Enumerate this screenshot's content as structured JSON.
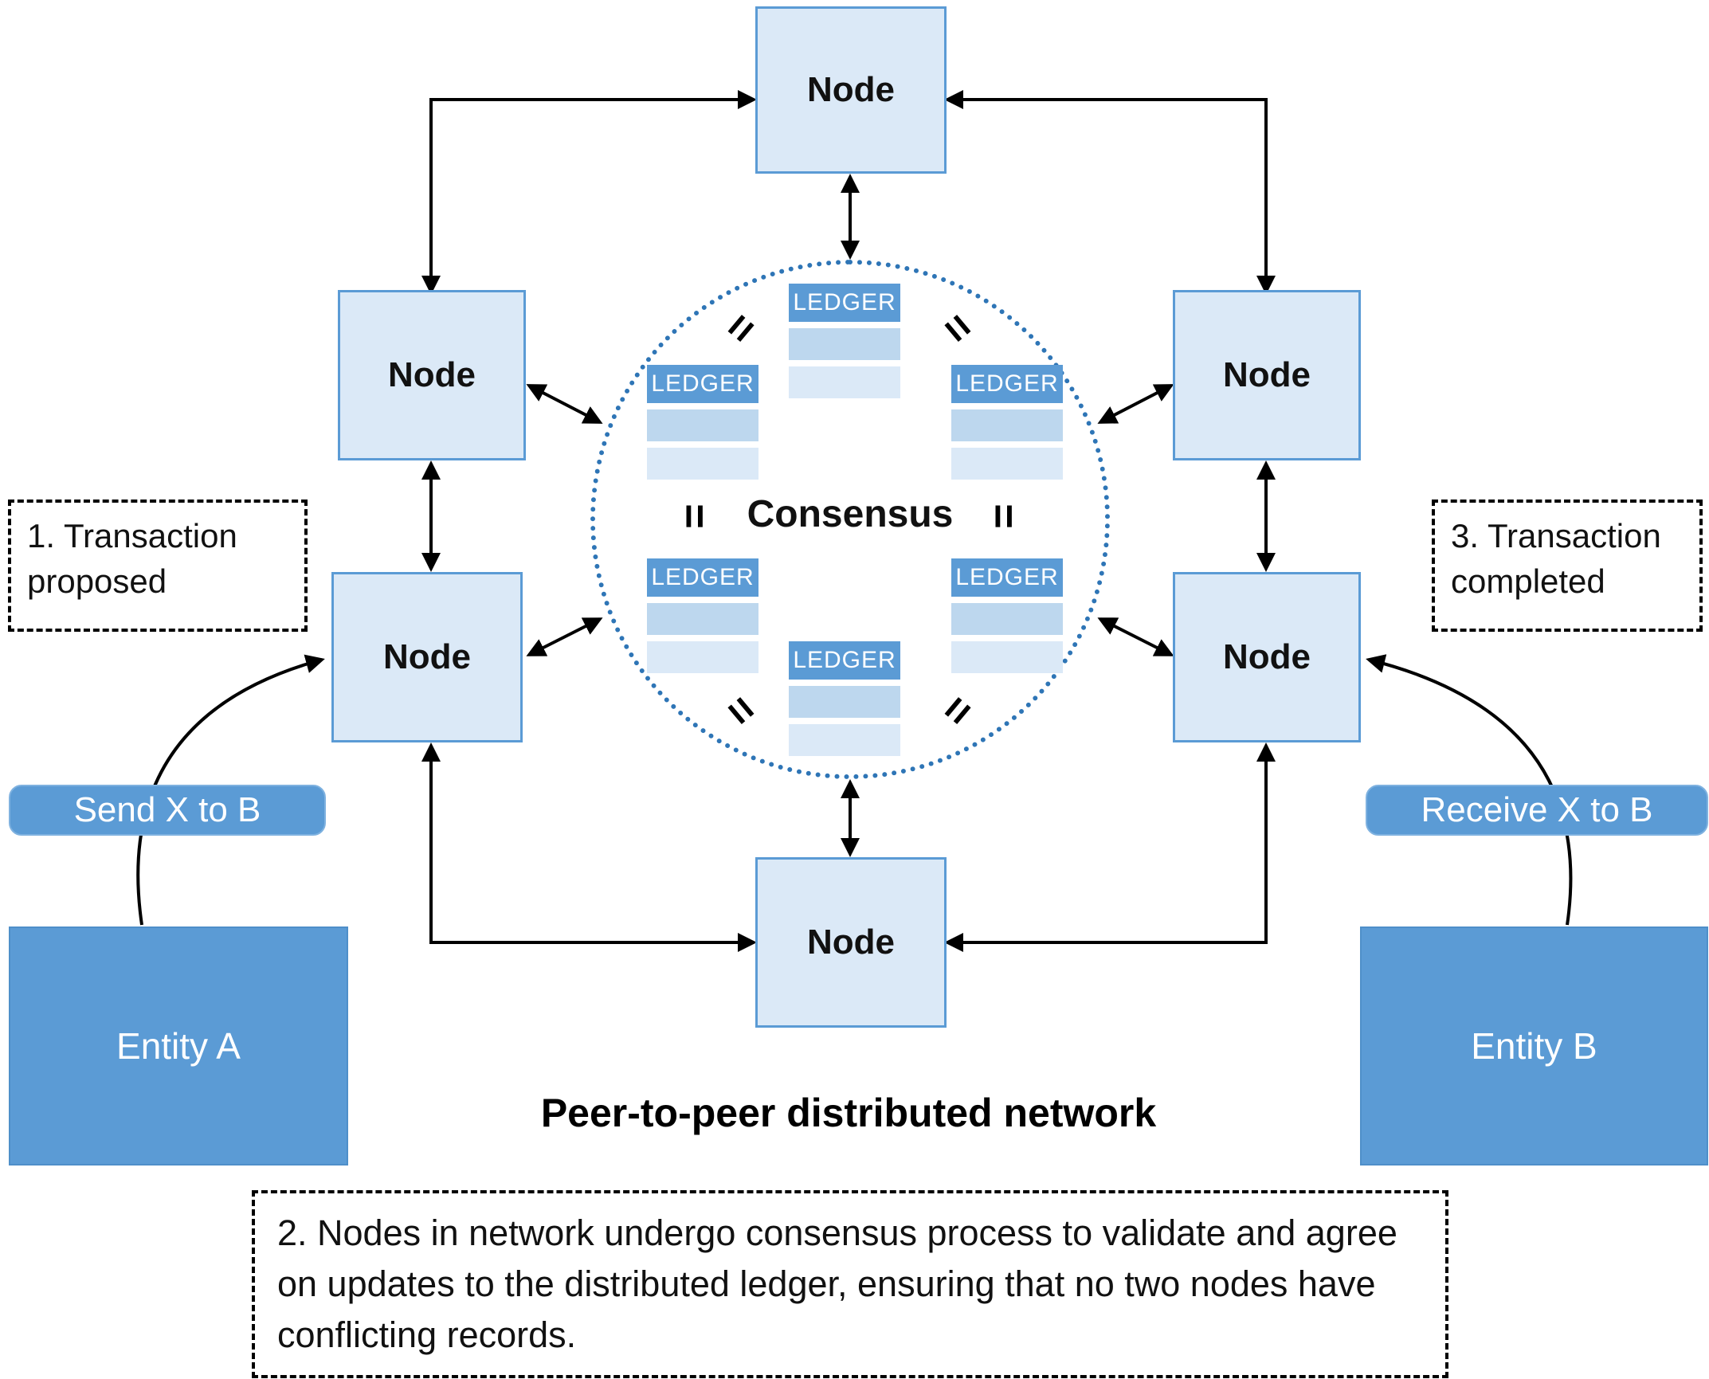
{
  "diagram": {
    "title": "Peer-to-peer distributed network",
    "node_label": "Node",
    "consensus_label": "Consensus",
    "ledger_label": "LEDGER",
    "equals_symbol": "=",
    "steps": {
      "step1": "1. Transaction proposed",
      "step2": "2. Nodes in network undergo consensus process to validate and agree on updates to the distributed ledger, ensuring that no two nodes have conflicting records.",
      "step3": "3. Transaction completed"
    },
    "entities": {
      "a": "Entity A",
      "b": "Entity B"
    },
    "actions": {
      "send": "Send X to B",
      "receive": "Receive X to B"
    },
    "colors": {
      "node_fill": "#dbe9f7",
      "accent_blue": "#5b9bd5",
      "ledger_row_dark": "#bdd7ee",
      "ledger_row_light": "#dbe9f7",
      "circle_dotted": "#2e75b6",
      "arrow": "#000000"
    }
  }
}
